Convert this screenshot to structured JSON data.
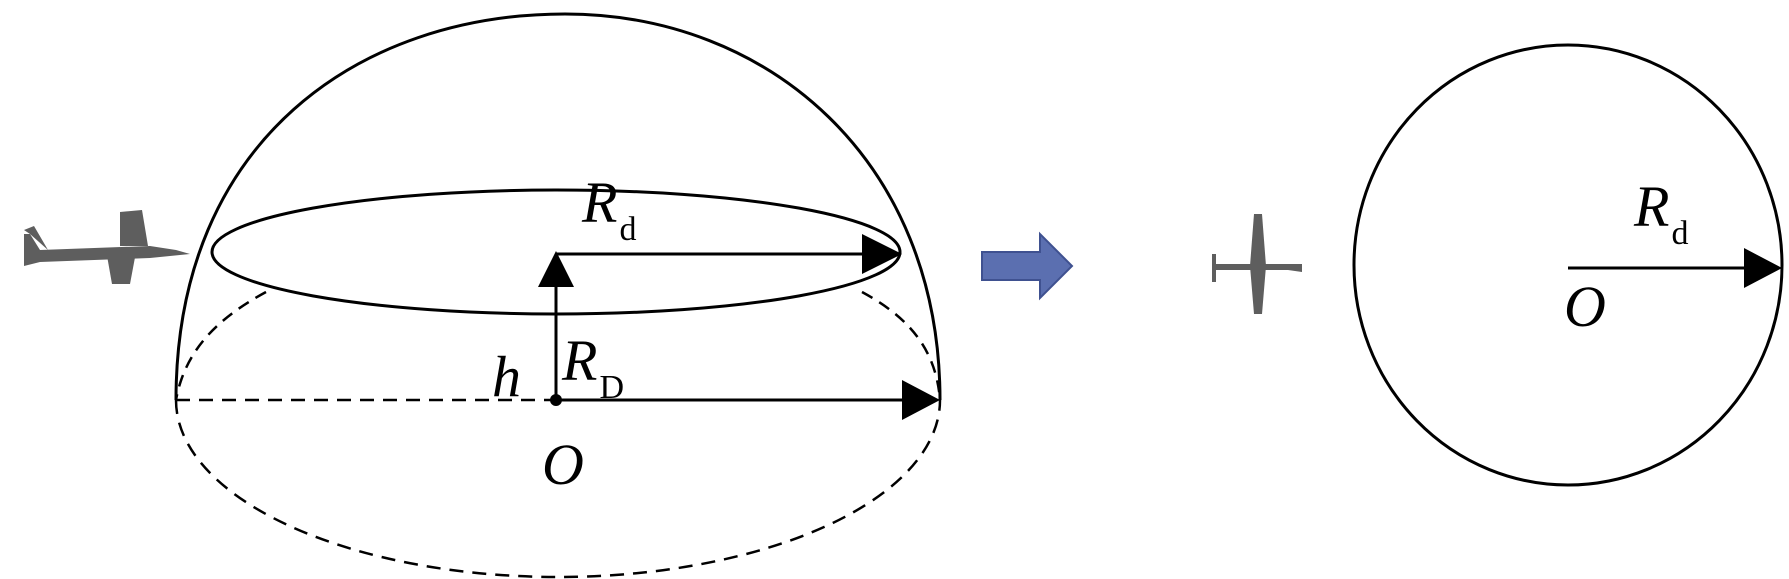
{
  "labels": {
    "left_upper_radius": {
      "symbol": "R",
      "subscript": "d"
    },
    "left_base_radius": {
      "symbol": "R",
      "subscript": "D"
    },
    "height": "h",
    "left_origin": "O",
    "right_radius": {
      "symbol": "R",
      "subscript": "d"
    },
    "right_origin": "O"
  },
  "colors": {
    "stroke": "#000000",
    "transition_arrow": "#5b6fb0",
    "aircraft": "#5e5e5e"
  },
  "icons": {
    "left_aircraft": "aircraft-side-view-icon",
    "transition": "right-arrow-icon",
    "right_aircraft": "aircraft-top-view-icon"
  }
}
